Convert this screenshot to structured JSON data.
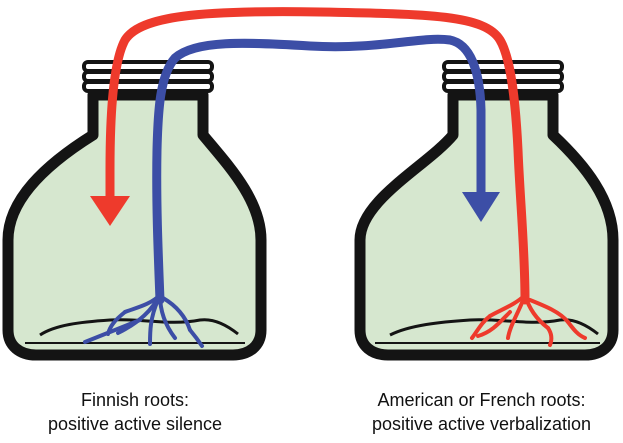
{
  "colors": {
    "bottle_fill": "#d6e7cf",
    "bottle_outline": "#141414",
    "finnish_path": "#ee3a2c",
    "american_french_path": "#3c4ea6"
  },
  "bottles": [
    {
      "id": "left",
      "caption_line1": "Finnish roots:",
      "caption_line2": "positive active silence",
      "root_color": "american_french_path"
    },
    {
      "id": "right",
      "caption_line1": "American or French roots:",
      "caption_line2": "positive active verbalization",
      "root_color": "finnish_path"
    }
  ]
}
